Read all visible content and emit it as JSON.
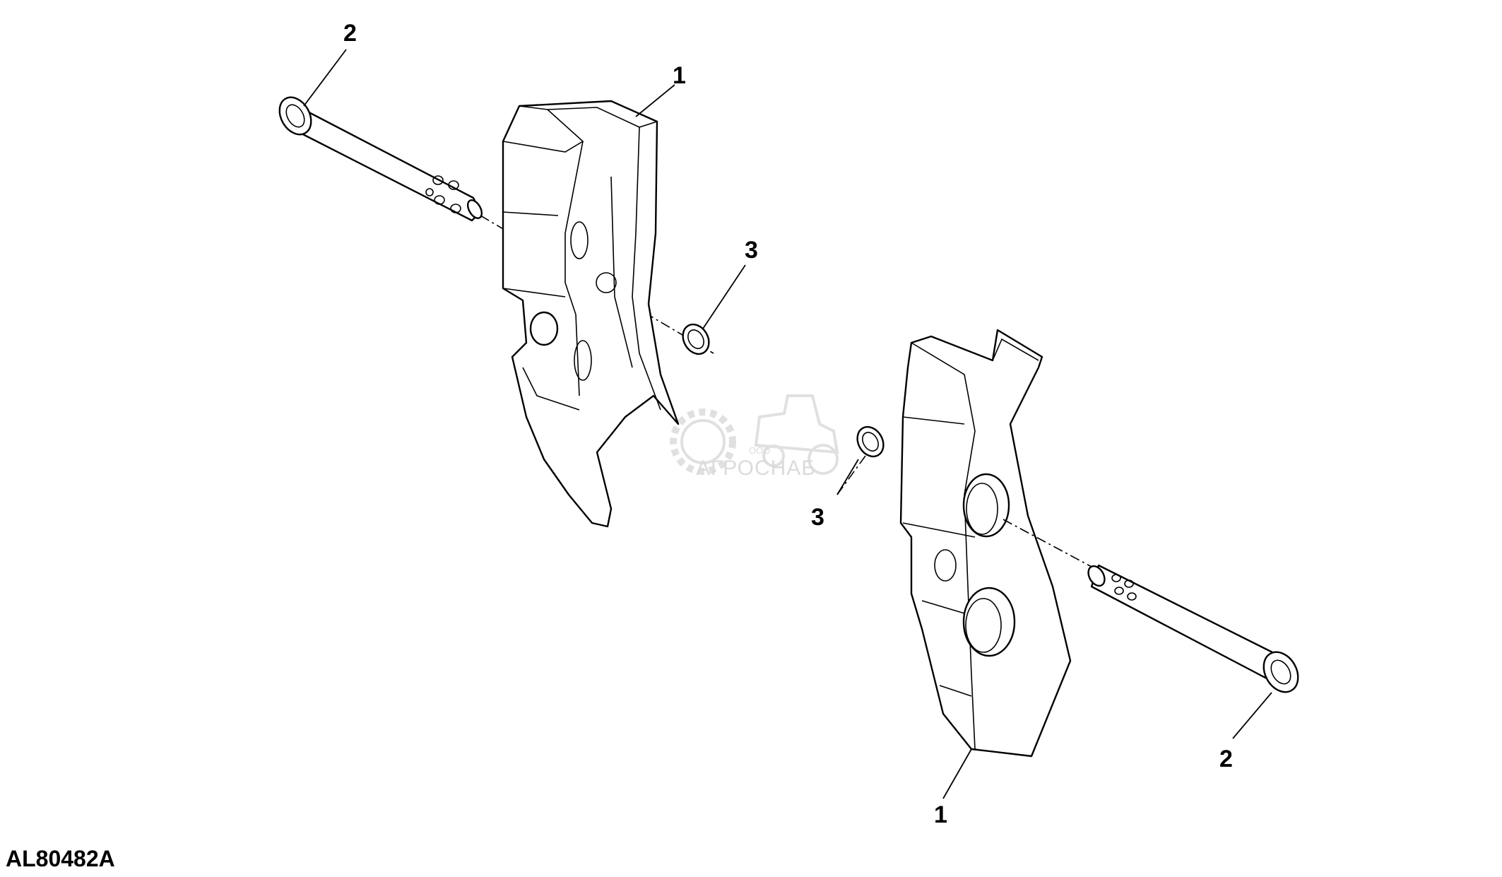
{
  "callouts": [
    {
      "id": "c1",
      "label": "2"
    },
    {
      "id": "c2",
      "label": "1"
    },
    {
      "id": "c3",
      "label": "3"
    },
    {
      "id": "c4",
      "label": "3"
    },
    {
      "id": "c5",
      "label": "1"
    },
    {
      "id": "c6",
      "label": "2"
    }
  ],
  "figure_id": "AL80482A",
  "watermark": {
    "company_prefix": "ООО",
    "company_name": "АГРОСНАБ"
  }
}
